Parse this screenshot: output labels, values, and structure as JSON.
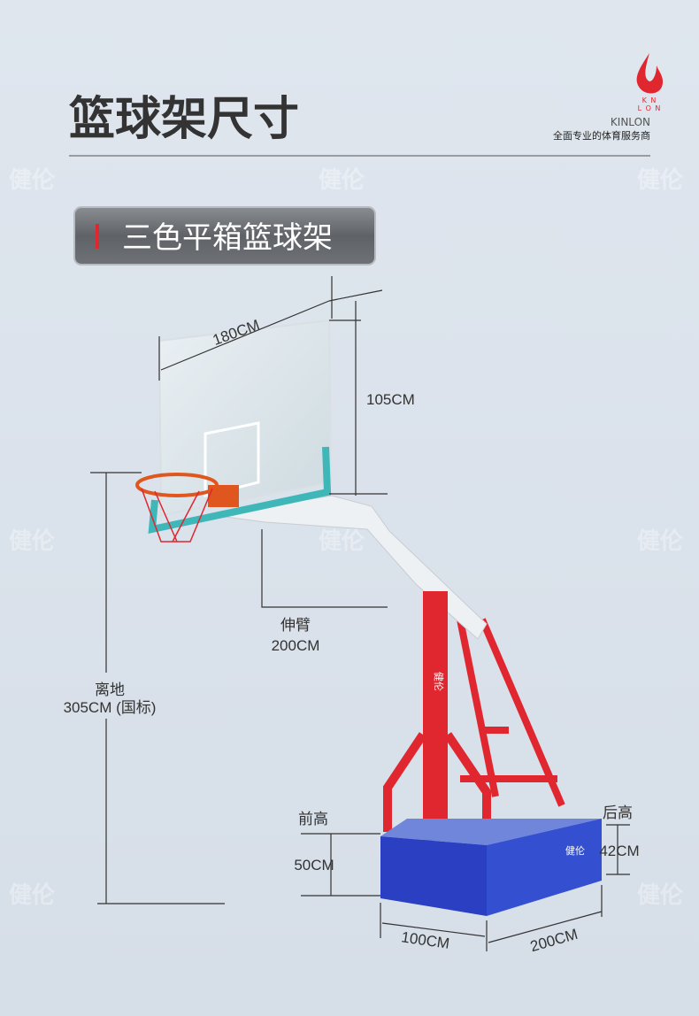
{
  "header": {
    "title": "篮球架尺寸",
    "brand_logo_text": "KINLON",
    "brand_name": "KINLON",
    "brand_slogan": "全面专业的体育服务商"
  },
  "badge": {
    "label": "三色平箱篮球架"
  },
  "watermark": "健伦",
  "pole_logo": "健伦",
  "dimensions": {
    "backboard_width": "180CM",
    "backboard_height": "105CM",
    "arm_label": "伸臂",
    "arm_value": "200CM",
    "rim_height_label": "离地",
    "rim_height_value": "305CM (国标)",
    "front_height_label": "前高",
    "front_height_value": "50CM",
    "rear_height_label": "后高",
    "rear_height_value": "42CM",
    "base_width": "100CM",
    "base_length": "200CM"
  },
  "colors": {
    "accent_red": "#e0262f",
    "base_blue": "#2a3fc2",
    "frame_teal": "#3fb7b8",
    "title": "#333333"
  }
}
